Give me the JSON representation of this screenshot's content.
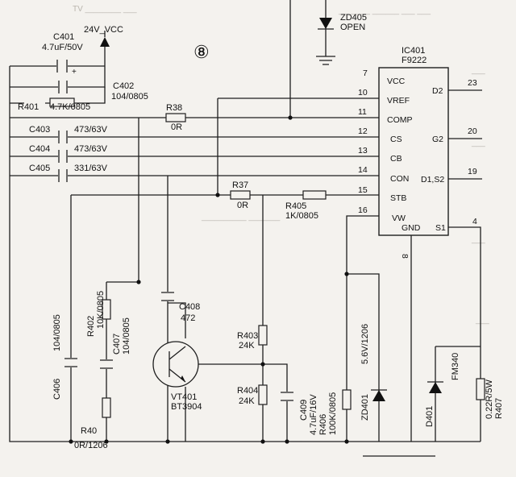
{
  "components": {
    "c401": {
      "ref": "C401",
      "value": "4.7uF/50V"
    },
    "supply": {
      "label": "24V_VCC"
    },
    "c402": {
      "ref": "C402",
      "value": "104/0805"
    },
    "r401": {
      "ref": "R401",
      "value": "4.7K/0805"
    },
    "r38": {
      "ref": "R38",
      "value": "0R"
    },
    "c403": {
      "ref": "C403",
      "value": "473/63V"
    },
    "c404": {
      "ref": "C404",
      "value": "473/63V"
    },
    "c405": {
      "ref": "C405",
      "value": "331/63V"
    },
    "r37": {
      "ref": "R37",
      "value": "0R"
    },
    "r405": {
      "ref": "R405",
      "value": "1K/0805"
    },
    "zd405": {
      "ref": "ZD405",
      "value": "OPEN"
    },
    "ic401": {
      "ref": "IC401",
      "part": "F9222"
    },
    "c408": {
      "ref": "C408",
      "value": "472"
    },
    "r402": {
      "ref": "R402",
      "value": "10K/0805"
    },
    "c407": {
      "ref": "C407",
      "value": "104/0805"
    },
    "c406": {
      "ref": "C406",
      "value": "104/0805"
    },
    "vt401": {
      "ref": "VT401",
      "part": "BT3904"
    },
    "r40": {
      "ref": "R40",
      "value": "0R/1206"
    },
    "r403": {
      "ref": "R403",
      "value": "24K"
    },
    "r404": {
      "ref": "R404",
      "value": "24K"
    },
    "c409": {
      "ref": "C409",
      "value": "4.7uF/16V"
    },
    "r406": {
      "ref": "R406",
      "value": "100K/0805"
    },
    "zd401": {
      "ref": "ZD401",
      "value": "5.6V/1206"
    },
    "d401": {
      "ref": "D401",
      "part": "FM340"
    },
    "r407": {
      "ref": "R407",
      "value": "0.22R/5W"
    }
  },
  "ic_pins": {
    "left": [
      {
        "num": "7",
        "name": "VCC"
      },
      {
        "num": "10",
        "name": "VREF"
      },
      {
        "num": "11",
        "name": "COMP"
      },
      {
        "num": "12",
        "name": "CS"
      },
      {
        "num": "13",
        "name": "CB"
      },
      {
        "num": "14",
        "name": "CON"
      },
      {
        "num": "15",
        "name": "STB"
      },
      {
        "num": "16",
        "name": "VW"
      }
    ],
    "right": [
      {
        "num": "23",
        "name": "D2"
      },
      {
        "num": "20",
        "name": "G2"
      },
      {
        "num": "19",
        "name": "D1,S2"
      }
    ],
    "bottom": [
      {
        "num": "8",
        "name": "GND"
      },
      {
        "num": "4",
        "name": "S1"
      }
    ]
  },
  "section_marker": "⑧",
  "polarity_mark": "+"
}
